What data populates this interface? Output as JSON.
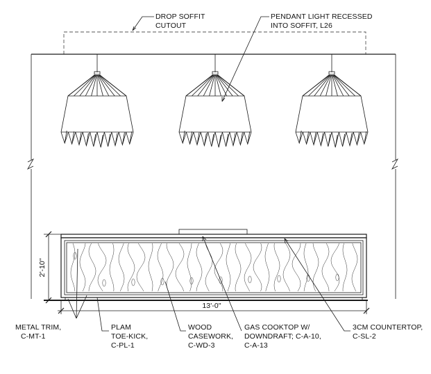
{
  "labels": {
    "drop_soffit": [
      "DROP SOFFIT",
      "CUTOUT"
    ],
    "pendant": [
      "PENDANT LIGHT RECESSED",
      "INTO SOFFIT, L26"
    ],
    "height_dim": "2'-10\"",
    "width_dim": "13'-0\"",
    "metal_trim": [
      "METAL TRIM,",
      "C-MT-1"
    ],
    "plam": [
      "PLAM",
      "TOE-KICK,",
      "C-PL-1"
    ],
    "wood": [
      "WOOD",
      "CASEWORK,",
      "C-WD-3"
    ],
    "cooktop": [
      "GAS COOKTOP W/",
      "DOWNDRAFT; C-A-10,",
      "C-A-13"
    ],
    "countertop": [
      "3CM COUNTERTOP,",
      "C-SL-2"
    ]
  },
  "colors": {
    "line": "#1a1a1a",
    "background": "#ffffff"
  }
}
